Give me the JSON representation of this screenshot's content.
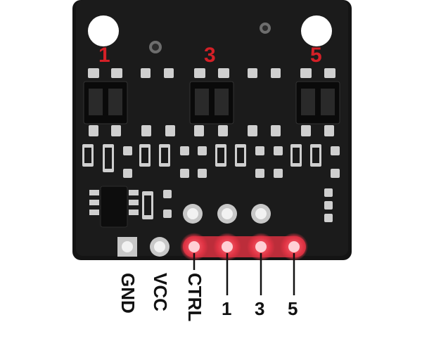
{
  "board": {
    "channel_labels": [
      "1",
      "3",
      "5"
    ],
    "label_color": "#d42027",
    "board_color": "#141414",
    "pad_color": "#cfcfcf",
    "highlight_color": "#e0404a"
  },
  "pins": {
    "gnd": "GND",
    "vcc": "VCC",
    "ctrl": "CTRL",
    "out1": "1",
    "out3": "3",
    "out5": "5"
  }
}
